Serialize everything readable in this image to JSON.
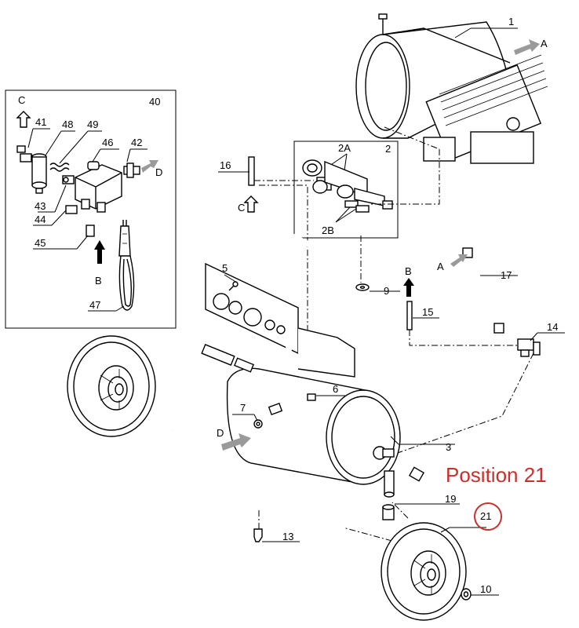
{
  "labels": {
    "p1": "1",
    "p2": "2",
    "p2a": "2A",
    "p2b": "2B",
    "p3": "3",
    "p5": "5",
    "p6": "6",
    "p7": "7",
    "p9": "9",
    "p10": "10",
    "p13": "13",
    "p14": "14",
    "p15": "15",
    "p16": "16",
    "p17": "17",
    "p19": "19",
    "p21": "21",
    "p40": "40",
    "p41": "41",
    "p42": "42",
    "p43": "43",
    "p44": "44",
    "p45": "45",
    "p46": "46",
    "p47": "47",
    "p48": "48",
    "p49": "49"
  },
  "arrows": {
    "a1": "A",
    "a2": "A",
    "b1": "B",
    "b2": "B",
    "c1": "C",
    "c2": "C",
    "d1": "D",
    "d2": "D"
  },
  "callout": {
    "text": "Position 21",
    "color": "#c9302c"
  }
}
